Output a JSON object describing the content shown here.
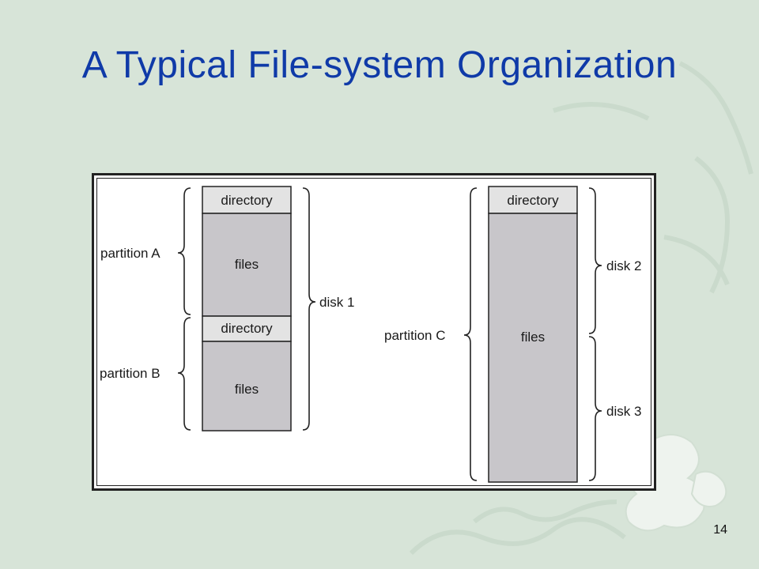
{
  "slide": {
    "title": "A Typical File-system Organization",
    "page_number": "14"
  },
  "diagram": {
    "disk1_stack": {
      "block1_label": "directory",
      "block2_label": "files",
      "block3_label": "directory",
      "block4_label": "files"
    },
    "disk2_stack": {
      "block1_label": "directory",
      "block2_label": "files"
    },
    "labels": {
      "partition_a": "partition A",
      "partition_b": "partition B",
      "partition_c": "partition C",
      "disk_1": "disk 1",
      "disk_2": "disk 2",
      "disk_3": "disk 3"
    }
  },
  "colors": {
    "background": "#d7e4d8",
    "title": "#0f3aa8",
    "directory_fill": "#e3e3e3",
    "files_fill": "#c8c6ca"
  }
}
